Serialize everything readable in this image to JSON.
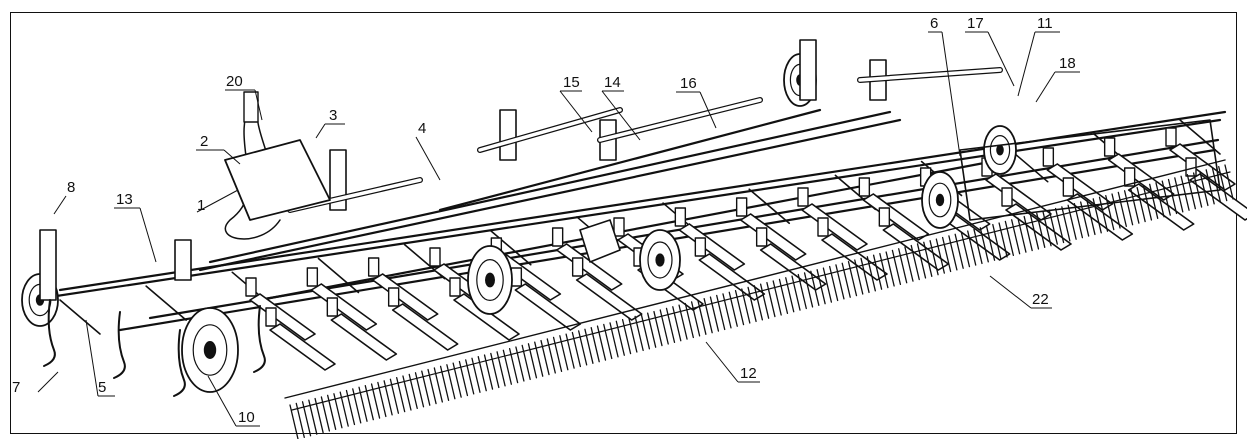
{
  "figure": {
    "caption_top": "",
    "callouts": [
      {
        "id": "c1",
        "text": "1"
      },
      {
        "id": "c2",
        "text": "2"
      },
      {
        "id": "c3",
        "text": "3"
      },
      {
        "id": "c4",
        "text": "4"
      },
      {
        "id": "c5",
        "text": "5"
      },
      {
        "id": "c6",
        "text": "6"
      },
      {
        "id": "c7",
        "text": "7"
      },
      {
        "id": "c8",
        "text": "8"
      },
      {
        "id": "c10",
        "text": "10"
      },
      {
        "id": "c11",
        "text": "11"
      },
      {
        "id": "c12",
        "text": "12"
      },
      {
        "id": "c13",
        "text": "13"
      },
      {
        "id": "c14",
        "text": "14"
      },
      {
        "id": "c15",
        "text": "15"
      },
      {
        "id": "c16",
        "text": "16"
      },
      {
        "id": "c17",
        "text": "17"
      },
      {
        "id": "c18",
        "text": "18"
      },
      {
        "id": "c20",
        "text": "20"
      },
      {
        "id": "c22",
        "text": "22"
      }
    ]
  }
}
